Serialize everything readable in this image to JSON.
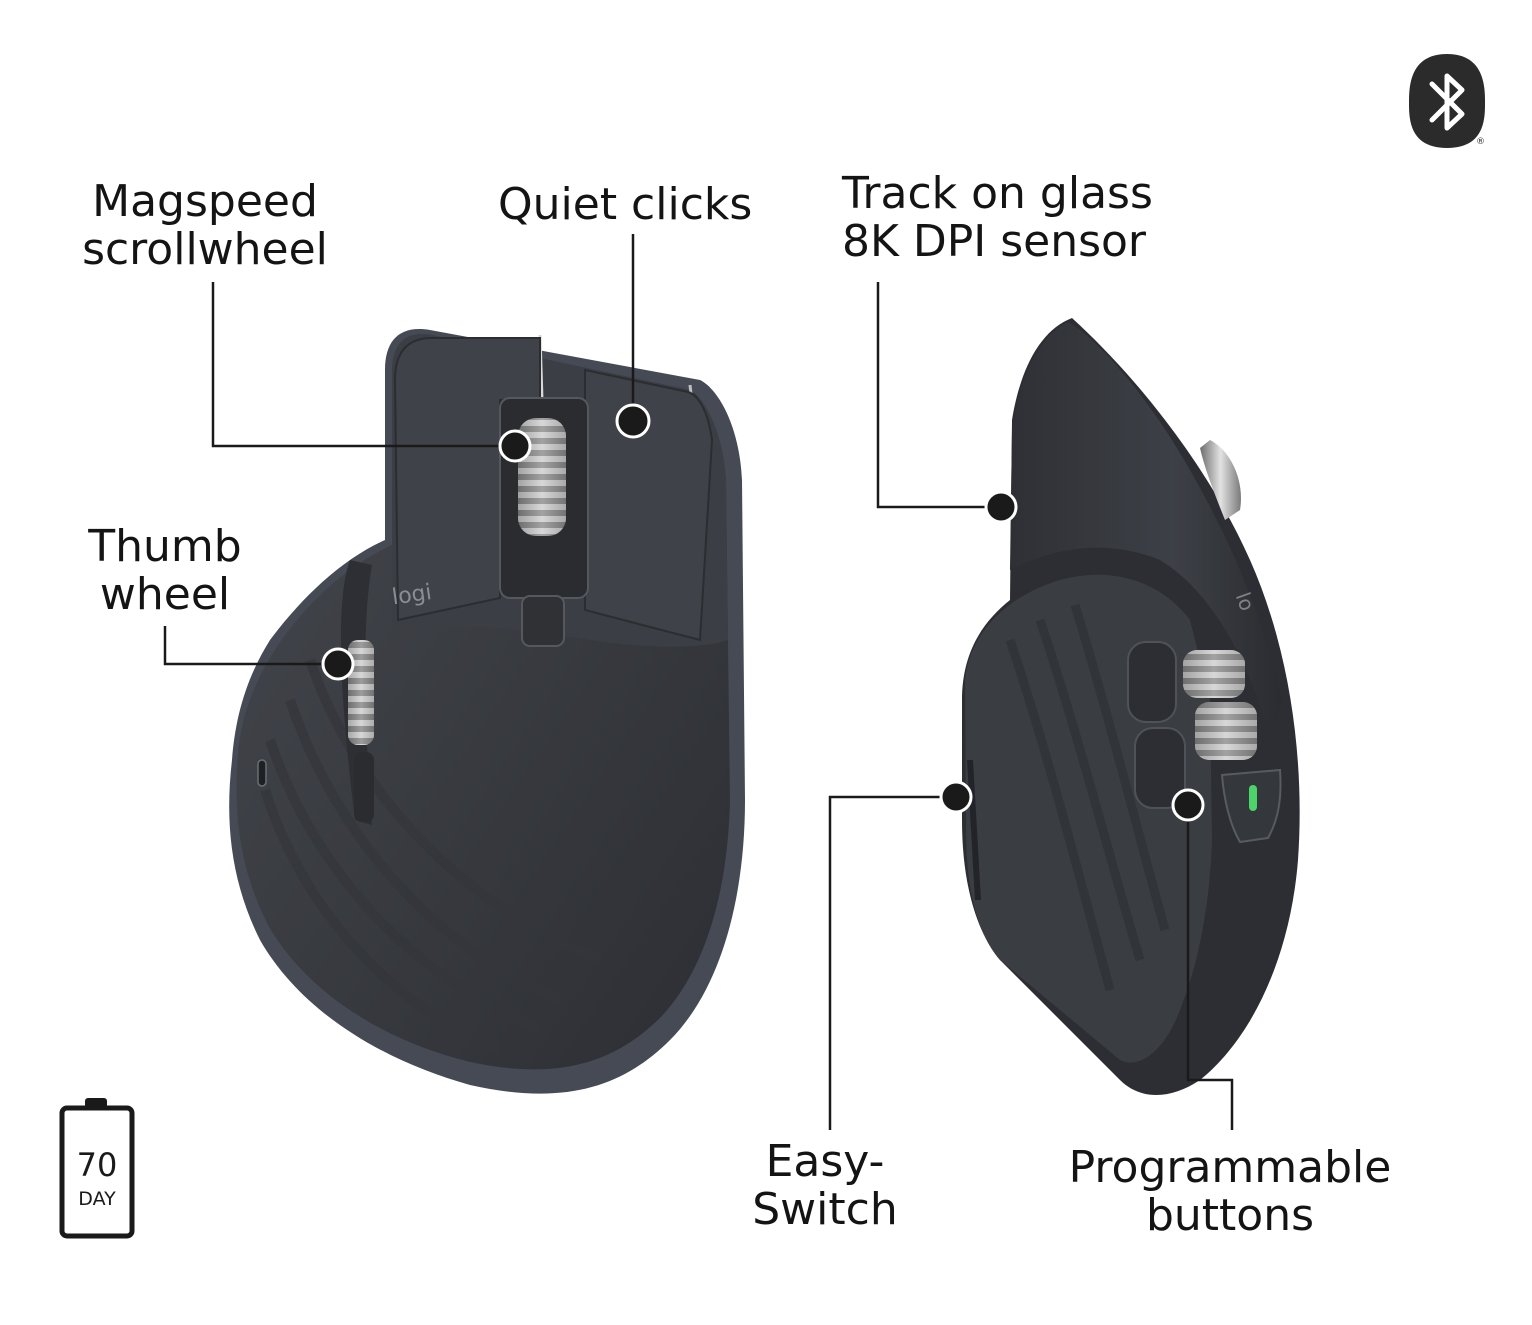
{
  "labels": {
    "magspeed": [
      "Magspeed",
      "scrollwheel"
    ],
    "quiet": "Quiet clicks",
    "track": [
      "Track on glass",
      "8K DPI sensor"
    ],
    "thumb": [
      "Thumb",
      "wheel"
    ],
    "easy": [
      "Easy-",
      "Switch"
    ],
    "programmable": [
      "Programmable",
      "buttons"
    ]
  },
  "logo_text": "logi",
  "battery": {
    "value": "70",
    "unit": "DAY"
  },
  "bluetooth_mark": "®",
  "colors": {
    "mouse_body": "#3a3d42",
    "mouse_dark": "#2a2c30",
    "mouse_edge": "#52565d",
    "wheel_metal": "#b8b8b8",
    "indicator_green": "#4cd36a",
    "line": "#1a1a1a"
  },
  "icons": [
    "bluetooth-icon",
    "battery-icon"
  ]
}
